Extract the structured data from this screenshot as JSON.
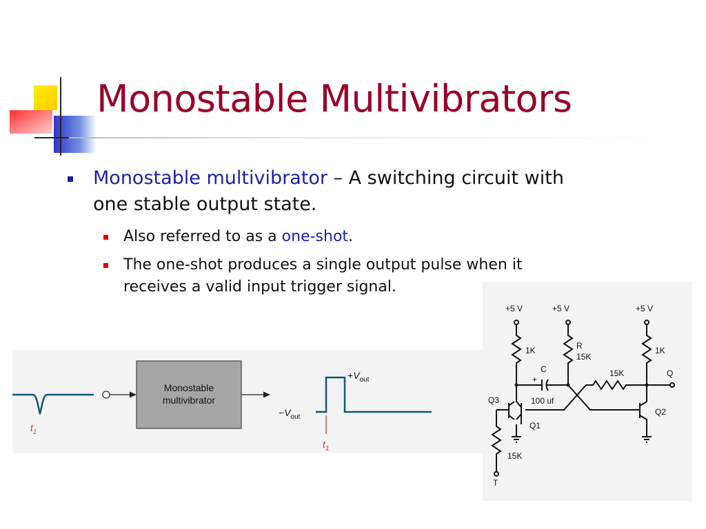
{
  "slide": {
    "title": "Monostable Multivibrators",
    "bullet1": {
      "term": "Monostable multivibrator",
      "rest_line1": " – A switching circuit with",
      "line2": "one stable output state."
    },
    "sub1": {
      "prefix": "Also referred to as a ",
      "highlight": "one-shot",
      "suffix": "."
    },
    "sub2": {
      "line1": "The one-shot produces a single output pulse when it",
      "line2": "receives a valid input trigger signal."
    }
  },
  "block_diagram": {
    "box_line1": "Monostable",
    "box_line2": "multivibrator",
    "input_time_label": "t",
    "input_time_sub": "1",
    "pos_vout_sign": "+",
    "vout_v": "V",
    "vout_sub": "out",
    "neg_vout_sign": "−",
    "output_time_label": "t",
    "output_time_sub": "1"
  },
  "circuit": {
    "supply1": "+5 V",
    "supply2": "+5 V",
    "supply3": "+5 V",
    "r1": "1K",
    "r2_name": "R",
    "r2_value": "15K",
    "r3": "1K",
    "cap_name": "C",
    "cap_plus": "+",
    "cap_value": "100 uf",
    "r4": "15K",
    "output": "Q",
    "q3": "Q3",
    "q1": "Q1",
    "q2": "Q2",
    "r5": "15K",
    "trigger": "T"
  },
  "colors": {
    "title": "#99002a",
    "bullet_blue": "#1f1fa3",
    "sub_bullet_red": "#e00000",
    "waveform": "#10566f",
    "block_fill": "#a6a6a6",
    "panel_bg": "#f3f3f3"
  }
}
